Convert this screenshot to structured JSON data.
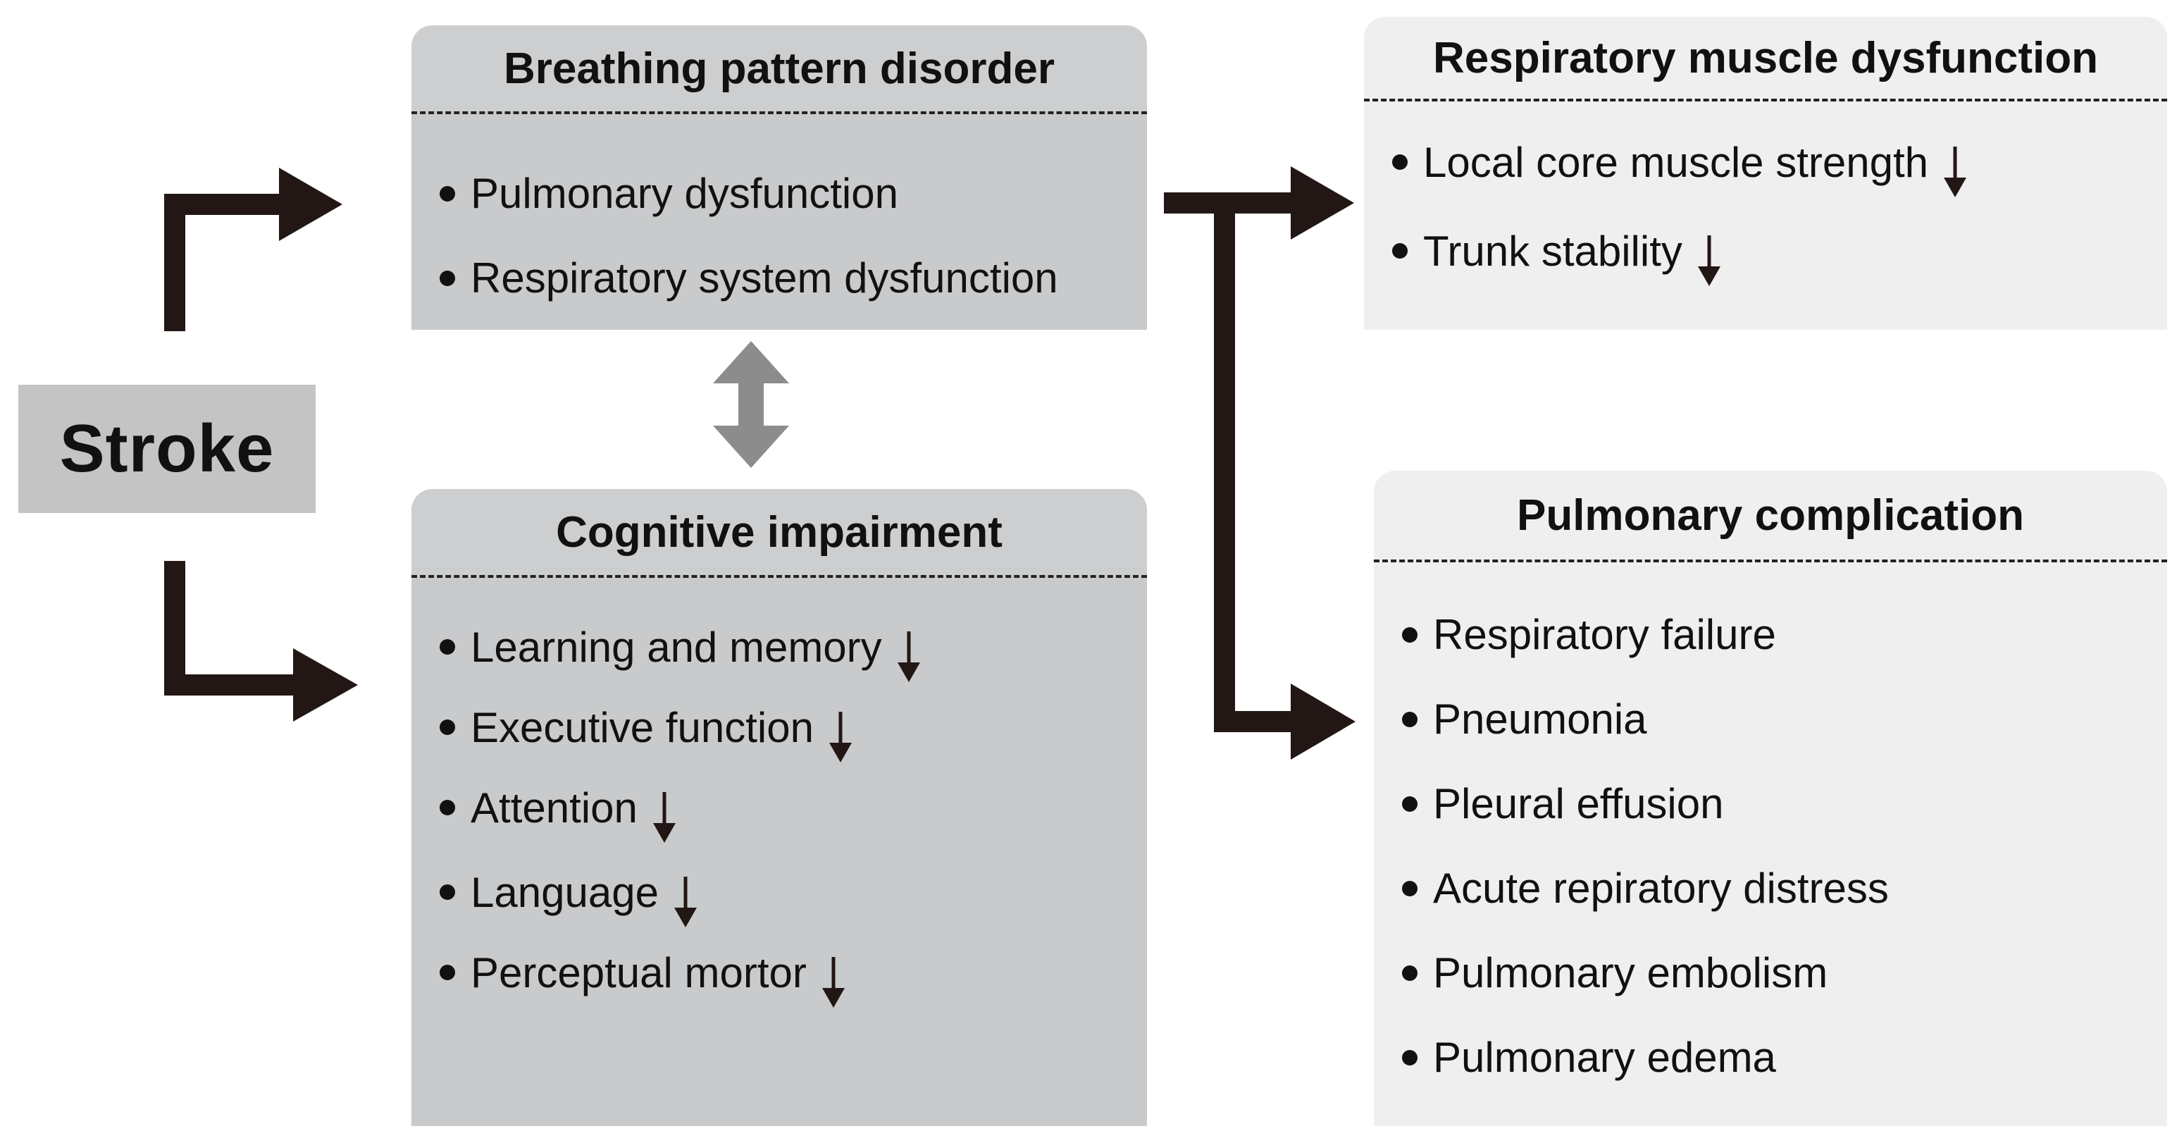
{
  "stroke": {
    "label": "Stroke"
  },
  "breathing": {
    "title": "Breathing pattern disorder",
    "items": [
      {
        "label": "Pulmonary dysfunction",
        "decrease": false
      },
      {
        "label": "Respiratory system dysfunction",
        "decrease": false
      }
    ]
  },
  "cognitive": {
    "title": "Cognitive impairment",
    "items": [
      {
        "label": "Learning and memory",
        "decrease": true
      },
      {
        "label": "Executive function",
        "decrease": true
      },
      {
        "label": "Attention",
        "decrease": true
      },
      {
        "label": "Language",
        "decrease": true
      },
      {
        "label": "Perceptual mortor",
        "decrease": true
      }
    ]
  },
  "respiratory_muscle": {
    "title": "Respiratory muscle dysfunction",
    "items": [
      {
        "label": "Local core muscle strength",
        "decrease": true
      },
      {
        "label": "Trunk stability",
        "decrease": true
      }
    ]
  },
  "pulmonary": {
    "title": "Pulmonary complication",
    "items": [
      {
        "label": "Respiratory failure",
        "decrease": false
      },
      {
        "label": "Pneumonia",
        "decrease": false
      },
      {
        "label": "Pleural effusion",
        "decrease": false
      },
      {
        "label": "Acute repiratory distress",
        "decrease": false
      },
      {
        "label": "Pulmonary embolism",
        "decrease": false
      },
      {
        "label": "Pulmonary edema",
        "decrease": false
      }
    ]
  },
  "colors": {
    "arrow": "#221714",
    "bidirectional_arrow": "#8c8c8c",
    "stroke_box": "#c4c4c4",
    "dark_panel": "#c9cacc",
    "light_panel": "#efefef"
  }
}
